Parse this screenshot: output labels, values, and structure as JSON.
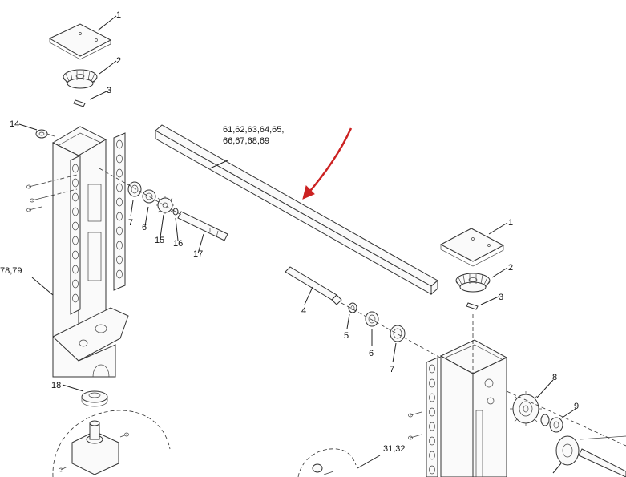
{
  "callouts": {
    "l1": "1",
    "l2": "2",
    "l3": "3",
    "l14": "14",
    "l7": "7",
    "l6": "6",
    "l15": "15",
    "l16": "16",
    "l17": "17",
    "l18": "18",
    "l78_79": "78,79",
    "bar_line1": "61,62,63,64,65,",
    "bar_line2": "66,67,68,69",
    "r1": "1",
    "r2": "2",
    "r3": "3",
    "r4": "4",
    "r5": "5",
    "r6": "6",
    "r7": "7",
    "r8": "8",
    "r9": "9",
    "r31_32": "31,32"
  },
  "colors": {
    "line": "#222222",
    "highlight_arrow": "#cc2222",
    "background": "#ffffff"
  }
}
